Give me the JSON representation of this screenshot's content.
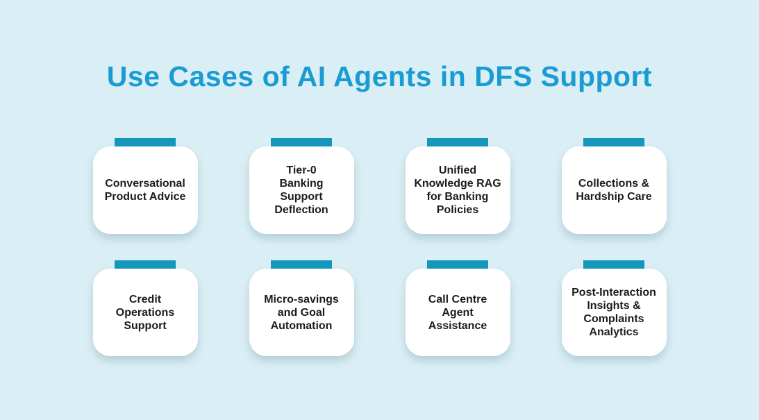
{
  "colors": {
    "bg": "#DAEEF5",
    "title": "#1A9CD3",
    "accent": "#1596BA",
    "card-text": "#1C1C1E"
  },
  "header": {
    "title": "Use Cases of AI Agents in DFS Support"
  },
  "cards": {
    "items": [
      {
        "label": "Conversational\nProduct Advice"
      },
      {
        "label": "Tier-0\nBanking\nSupport\nDeflection"
      },
      {
        "label": "Unified\nKnowledge RAG\nfor Banking\nPolicies"
      },
      {
        "label": "Collections &\nHardship Care"
      },
      {
        "label": "Credit\nOperations\nSupport"
      },
      {
        "label": "Micro-savings\nand Goal\nAutomation"
      },
      {
        "label": "Call Centre\nAgent\nAssistance"
      },
      {
        "label": "Post-Interaction\nInsights &\nComplaints\nAnalytics"
      }
    ]
  }
}
